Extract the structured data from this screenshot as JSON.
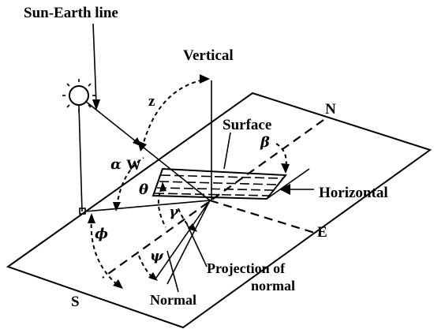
{
  "labels": {
    "sun_earth_line": "Sun-Earth line",
    "vertical": "Vertical",
    "zenith": "z",
    "north": "N",
    "surface": "Surface",
    "beta": "β",
    "alpha": "α",
    "west": "W",
    "theta": "θ",
    "gamma": "γ",
    "horizontal": "Horizontal",
    "phi": "ϕ",
    "psi": "ψ",
    "east": "E",
    "projection_line1": "Projection of",
    "projection_line2": "normal",
    "south": "S",
    "normal": "Normal"
  },
  "icons": {
    "sun": "sun-icon"
  },
  "colors": {
    "ink": "#000000",
    "background": "#ffffff"
  }
}
